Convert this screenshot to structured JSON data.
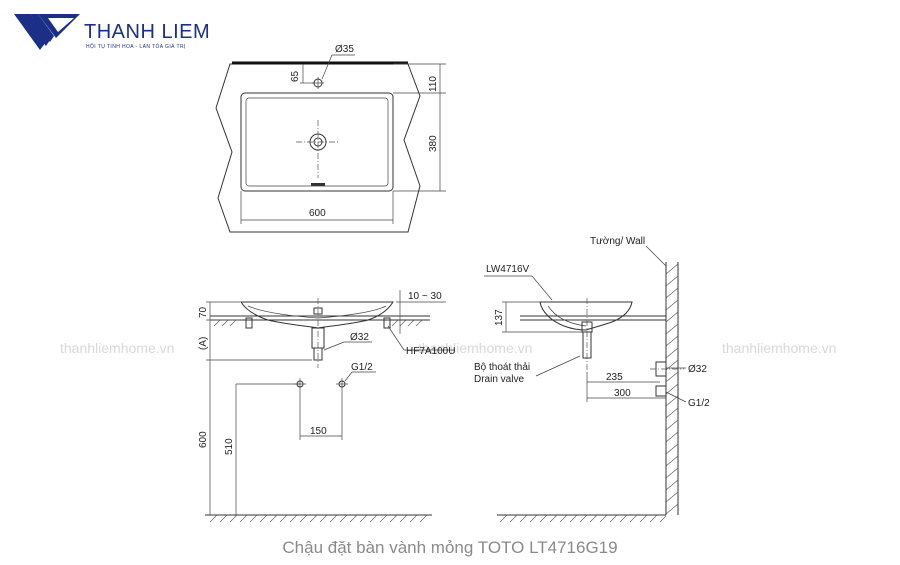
{
  "brand": {
    "name": "THANH LIEM",
    "tagline": "HỘI TỤ TINH HOA - LAN TỎA GIÁ TRỊ",
    "color": "#1c2f86"
  },
  "watermarks": [
    "thanhliemhome.vn",
    "thanhliemhome.vn",
    "thanhliemhome.vn"
  ],
  "top_view": {
    "hole_dia": "Ø35",
    "dim_hole_offset": "65",
    "dim_top": "110",
    "dim_height": "380",
    "dim_width": "600"
  },
  "front_view": {
    "dim_rim": "70",
    "dim_a": "(A)",
    "dim_counter": "10 ~ 30",
    "part_code": "HF7A100U",
    "drain_dia": "Ø32",
    "thread": "G1/2",
    "dim_spacing": "150",
    "dim_total_height": "600",
    "dim_inlet_height": "510"
  },
  "side_view": {
    "wall_label": "Tường/ Wall",
    "model": "LW4716V",
    "dim_depth": "137",
    "drain_label_vi": "Bộ thoát thải",
    "drain_label_en": "Drain valve",
    "dim_235": "235",
    "dim_300": "300",
    "drain_dia": "Ø32",
    "thread": "G1/2"
  },
  "caption": "Chậu đặt bàn vành mỏng TOTO LT4716G19"
}
